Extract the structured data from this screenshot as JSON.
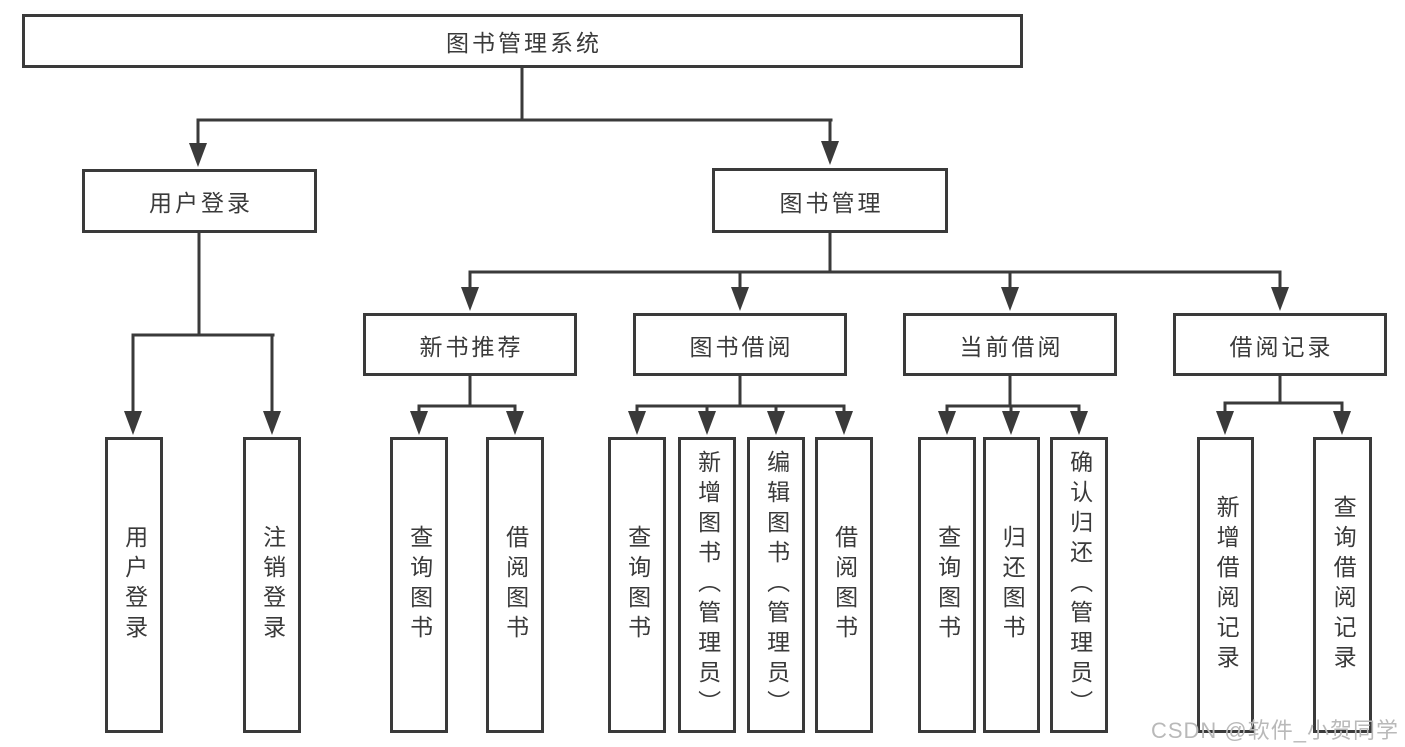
{
  "diagram": {
    "nodes": {
      "root": "图书管理系统",
      "user_login": "用户登录",
      "book_mgmt": "图书管理",
      "new_books": "新书推荐",
      "book_borrow": "图书借阅",
      "current_borrow": "当前借阅",
      "borrow_records": "借阅记录",
      "leaf_user_login": "用户登录",
      "leaf_logout": "注销登录",
      "leaf_nb_query": "查询图书",
      "leaf_nb_borrow": "借阅图书",
      "leaf_bb_query": "查询图书",
      "leaf_bb_add": "新增图书（管理员）",
      "leaf_bb_edit": "编辑图书（管理员）",
      "leaf_bb_borrow": "借阅图书",
      "leaf_cb_query": "查询图书",
      "leaf_cb_return": "归还图书",
      "leaf_cb_confirm": "确认归还（管理员）",
      "leaf_br_add": "新增借阅记录",
      "leaf_br_query": "查询借阅记录"
    },
    "watermark": "CSDN @软件_小贺同学"
  },
  "colors": {
    "line": "#3a3a3a",
    "text": "#3a3a3a",
    "watermark": "#b9b9b9",
    "background": "#ffffff"
  }
}
